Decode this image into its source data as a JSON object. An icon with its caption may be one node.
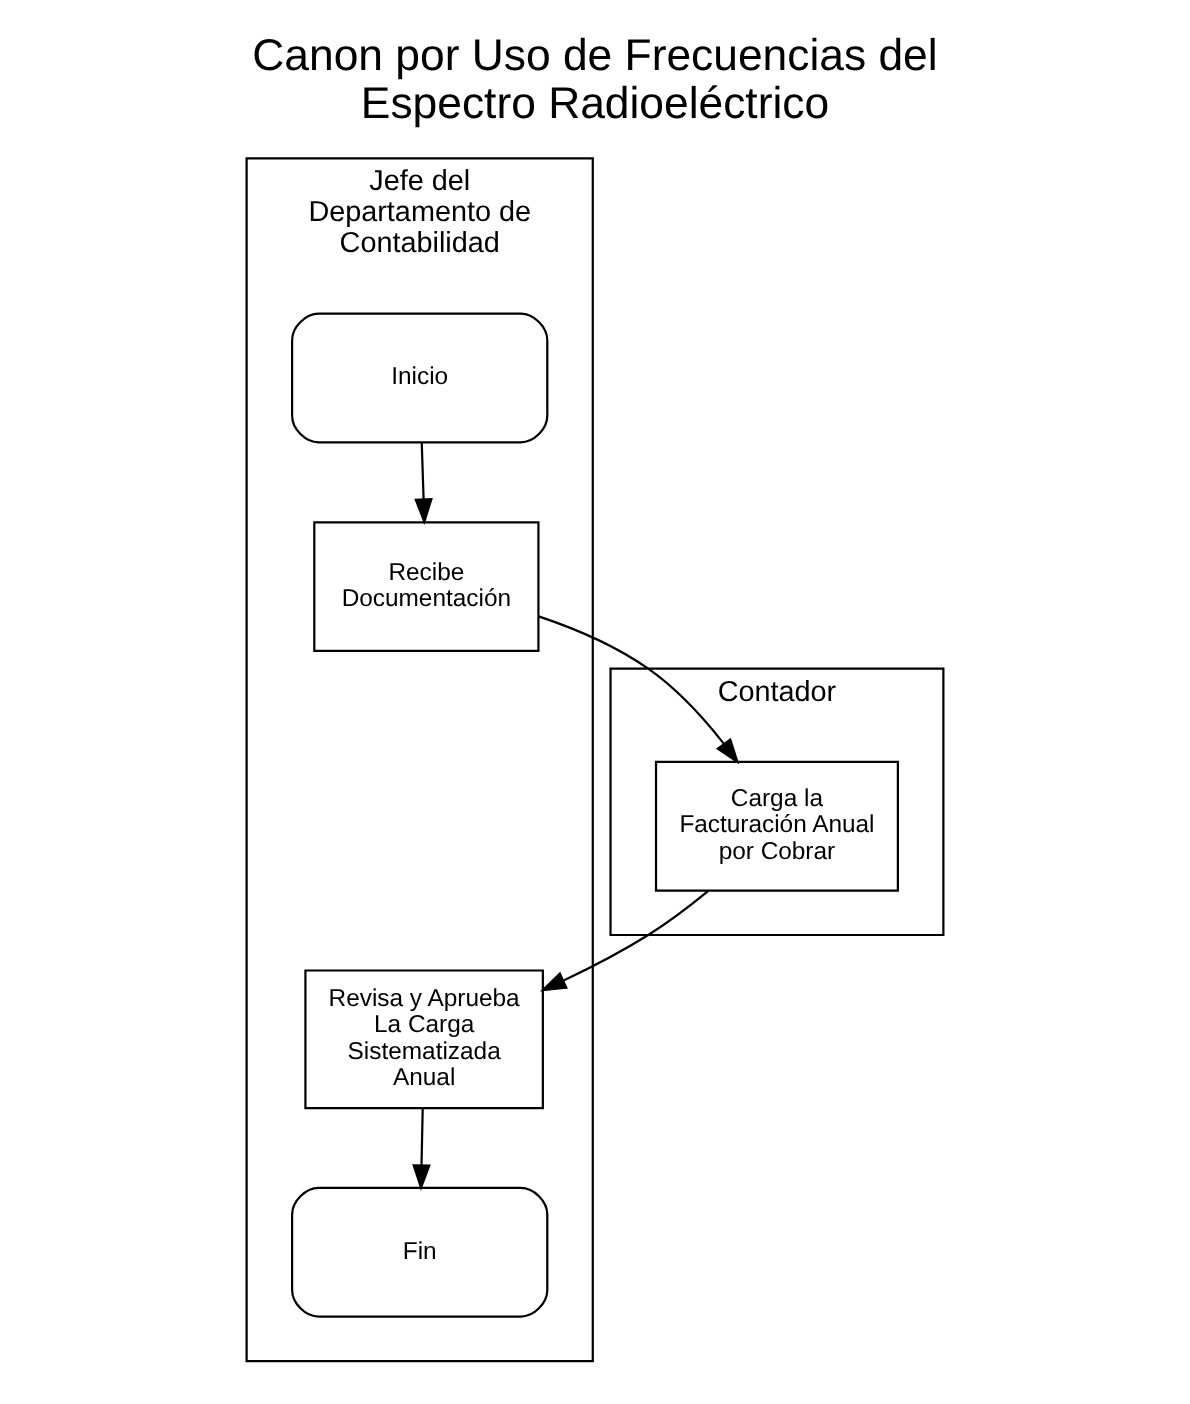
{
  "diagram": {
    "title": "Canon por Uso de Frecuencias del Espectro Radioeléctrico",
    "nodes": [
      {
        "text": [
          "Jefe del Departamento de Contabilidad"
        ]
      },
      {
        "text": [
          "Contador"
        ]
      },
      {
        "text": [
          "Inicio"
        ],
        "in": 0
      },
      {
        "text": [
          "Recibe Documentación"
        ],
        "in": 0
      },
      {
        "text": [
          "Revisa y Aprueba La Carga Sistematizada Anual"
        ],
        "in": 0
      },
      {
        "text": [
          "Fin"
        ],
        "in": 0
      },
      {
        "text": [
          "Carga la Facturación Anual por Cobrar"
        ],
        "in": 1
      }
    ],
    "edges": [
      {
        "from": 2,
        "to": 3,
        "arrow": "to"
      },
      {
        "from": 3,
        "to": 6,
        "arrow": "to"
      },
      {
        "from": 6,
        "to": 4,
        "arrow": "to"
      },
      {
        "from": 4,
        "to": 5,
        "arrow": "to"
      }
    ]
  }
}
